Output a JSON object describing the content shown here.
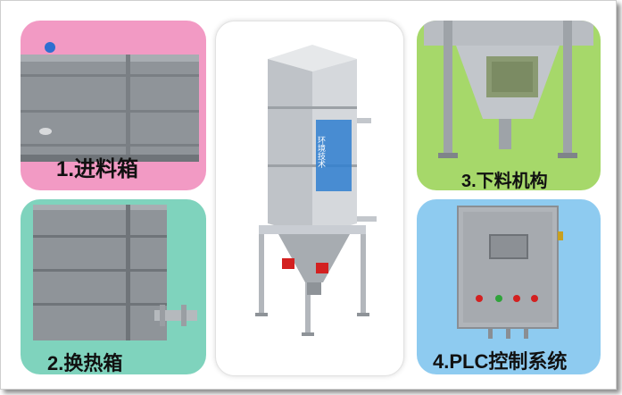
{
  "panels": {
    "feed_box": {
      "label": "1.进料箱",
      "bg": "#f29ac4"
    },
    "heat_exchange_box": {
      "label": "2.换热箱",
      "bg": "#7fd3bd"
    },
    "discharge_mechanism": {
      "label": "3.下料机构",
      "bg": "#a6d86a"
    },
    "plc_control": {
      "label": "4.PLC控制系统",
      "bg": "#8ecbf0"
    }
  },
  "center_machine": {
    "panel_text": "环境技术",
    "colors": {
      "steel": "#c9cdd3",
      "accent_blue": "#2f7fd0",
      "valve_red": "#d32020"
    }
  },
  "colors": {
    "gray_box": "#8f9499",
    "gray_box_light": "#a8adb2",
    "frame_border": "#cfcfcf"
  }
}
